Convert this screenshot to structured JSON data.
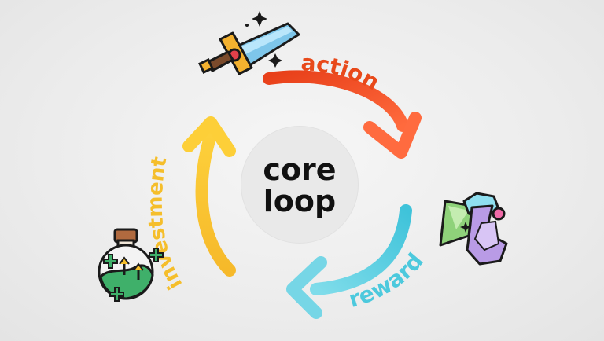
{
  "center": {
    "line1": "core",
    "line2": "loop"
  },
  "stages": [
    {
      "label": "action",
      "color": "#e8491a",
      "icon": "sword-icon"
    },
    {
      "label": "reward",
      "color": "#4cc9dd",
      "icon": "gems-icon"
    },
    {
      "label": "investment",
      "color": "#f5be2b",
      "icon": "potion-icon"
    }
  ]
}
